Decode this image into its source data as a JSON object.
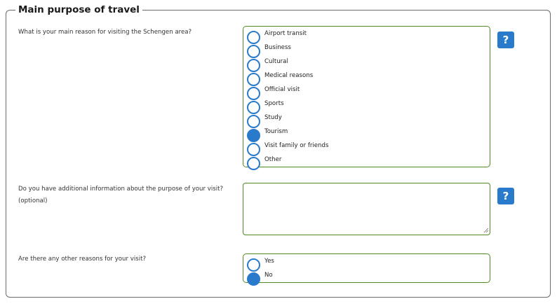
{
  "section": {
    "title": "Main purpose of travel"
  },
  "main_reason": {
    "question": "What is your main reason for visiting the Schengen area?",
    "selected": "Tourism",
    "options": [
      {
        "label": "Airport transit",
        "checked": false
      },
      {
        "label": "Business",
        "checked": false
      },
      {
        "label": "Cultural",
        "checked": false
      },
      {
        "label": "Medical reasons",
        "checked": false
      },
      {
        "label": "Official visit",
        "checked": false
      },
      {
        "label": "Sports",
        "checked": false
      },
      {
        "label": "Study",
        "checked": false
      },
      {
        "label": "Tourism",
        "checked": true
      },
      {
        "label": "Visit family or friends",
        "checked": false
      },
      {
        "label": "Other",
        "checked": false
      }
    ],
    "help_icon": "?"
  },
  "additional_info": {
    "question": "Do you have additional information about the purpose of your visit?",
    "optional_label": "(optional)",
    "value": "",
    "help_icon": "?"
  },
  "other_reasons": {
    "question": "Are there any other reasons for your visit?",
    "selected": "No",
    "options": [
      {
        "label": "Yes",
        "checked": false
      },
      {
        "label": "No",
        "checked": true
      }
    ]
  },
  "colors": {
    "accent_blue": "#2a7acb",
    "valid_green": "#4e8a1f",
    "border_gray": "#6b6b6b"
  }
}
